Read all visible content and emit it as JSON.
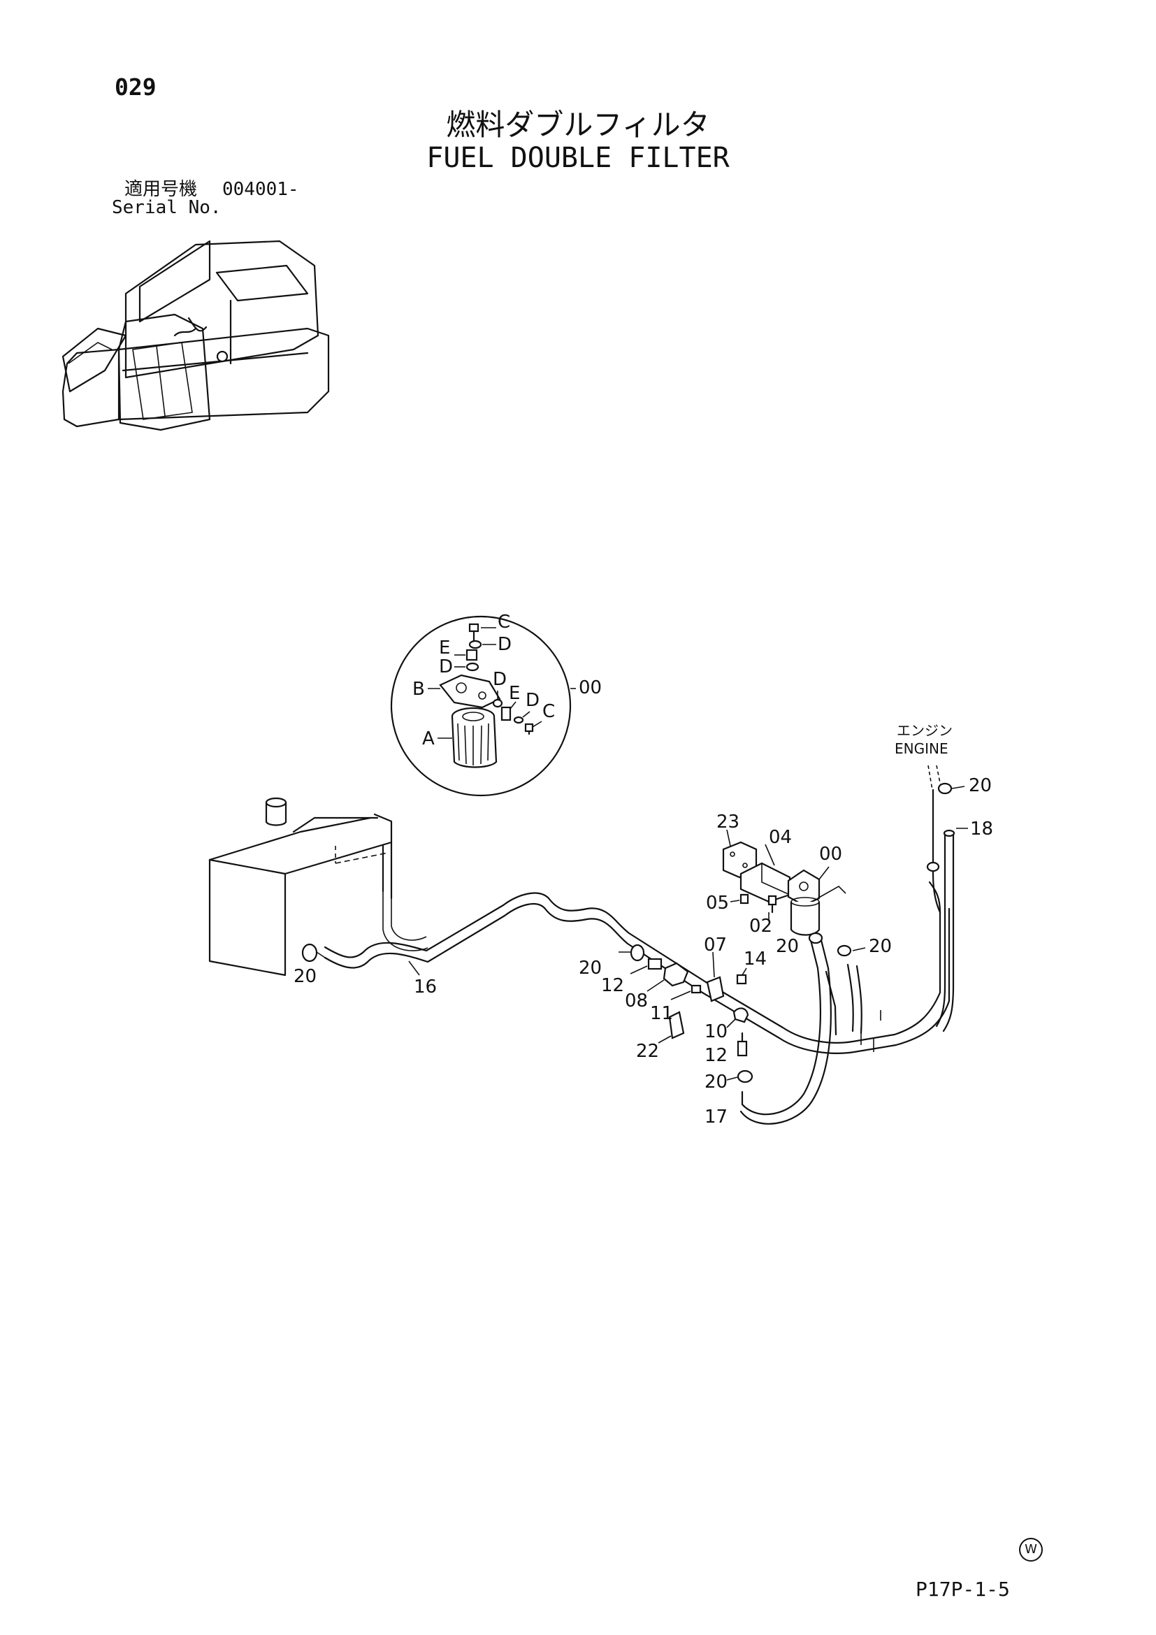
{
  "page": {
    "number": "029",
    "title_jp": "燃料ダブルフィルタ",
    "title_en": "FUEL DOUBLE FILTER",
    "serial_label_jp": "適用号機",
    "serial_value": "004001-",
    "serial_label_en": "Serial No.",
    "page_code": "P17P-1-5",
    "mark": "W"
  },
  "labels": {
    "engine_jp": "エンジン",
    "engine_en": "ENGINE",
    "inset": {
      "c1": "C",
      "d1": "D",
      "e1": "E",
      "d2": "D",
      "b": "B",
      "d3": "D",
      "e2": "E",
      "d4": "D",
      "c2": "C",
      "a": "A",
      "ref": "00"
    },
    "parts": {
      "p20_engine": "20",
      "p18": "18",
      "p23": "23",
      "p04": "04",
      "p00": "00",
      "p05": "05",
      "p02": "02",
      "p20_filter_left": "20",
      "p20_filter_right": "20",
      "p20_tank": "20",
      "p16": "16",
      "p20_mid": "20",
      "p12_upper": "12",
      "p07": "07",
      "p14": "14",
      "p08": "08",
      "p11": "11",
      "p10": "10",
      "p22": "22",
      "p12_lower": "12",
      "p20_lower": "20",
      "p17": "17"
    }
  }
}
